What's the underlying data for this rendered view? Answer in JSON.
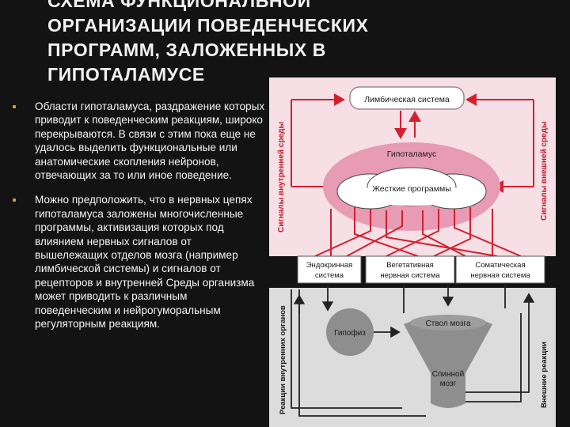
{
  "slide": {
    "title_lines": [
      "СХЕМА ФУНКЦИОНАЛЬНОЙ",
      "ОРГАНИЗАЦИИ ПОВЕДЕНЧЕСКИХ",
      "ПРОГРАММ, ЗАЛОЖЕННЫХ В",
      "ГИПОТАЛАМУСЕ"
    ],
    "bullets": [
      "Области гипоталамуса, раздражение которых приводит к поведенческим реакциям, широко перекрываются. В связи с этим пока еще не удалось выделить функциональные или анатомические скопления нейронов, отвечающих за то или иное поведение.",
      "Можно предположить, что в нервных цепях гипоталамуса заложены многочисленные программы, активизация которых под влиянием нервных сигналов от вышележащих отделов мозга (например лимбической системы) и сигналов от рецепторов и внутренней Среды организма может приводить к различным поведенческим и нейрогуморальным регуляторным реакциям."
    ]
  },
  "diagram": {
    "top_left_side_label": "Сигналы внутренней среды",
    "top_right_side_label": "Сигналы внешней среды",
    "limbic": "Лимбическая система",
    "hypothalamus": "Гипоталамус",
    "programs": "Жесткие программы",
    "endocrine": [
      "Эндокринная",
      "система"
    ],
    "vegetative": [
      "Вегетативная",
      "нервная система"
    ],
    "somatic": [
      "Соматическая",
      "нервная система"
    ],
    "bottom_left_side_label": "Реакции внутренних органов",
    "bottom_right_side_label": "Внешние реакции",
    "pituitary": "Гипофиз",
    "brainstem": "Ствол мозга",
    "spinal": [
      "Спинной",
      "мозг"
    ],
    "colors": {
      "top_panel": "#f7dfe6",
      "hypothalamus_ellipse": "#e79bb4",
      "arrows_red": "#d3202f",
      "bottom_panel": "#dcdcdc",
      "gray_shapes": "#8e8e8e"
    }
  }
}
